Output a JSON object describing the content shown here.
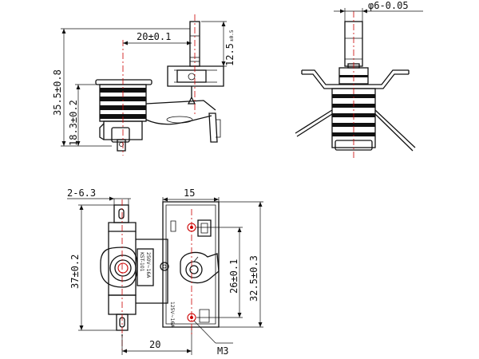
{
  "dims": {
    "diameter": "φ6-0.05",
    "offset_top": "20±0.1",
    "shaft_len": "12.5",
    "shaft_tol": "±0.5",
    "overall_h": "35.5±0.8",
    "base_h": "18.3±0.2",
    "tab_w": "2-6.3",
    "body_w": "15",
    "overall_len": "37±0.2",
    "hole_span": "26±0.1",
    "plate_h": "32.5±0.3",
    "pitch": "20",
    "screw": "M3"
  },
  "marks": {
    "rating1": "KST-101",
    "rating2": "250V~16A",
    "rating3": "125V~16A"
  }
}
